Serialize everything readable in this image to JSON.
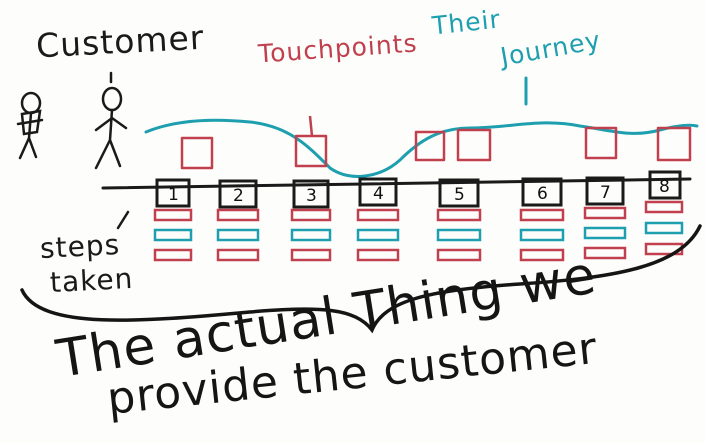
{
  "labels": {
    "customer": "Customer",
    "touchpoints": "Touchpoints",
    "their": "Their",
    "journey": "Journey",
    "steps": "steps",
    "taken": "taken",
    "tagline_line1": "The actual Thing we",
    "tagline_line2": "provide the customer"
  },
  "steps": [
    "1",
    "2",
    "3",
    "4",
    "5",
    "6",
    "7",
    "8"
  ],
  "colors": {
    "ink": "#1a1a1a",
    "touchpoint": "#c0404e",
    "journey": "#1e9fb0"
  }
}
